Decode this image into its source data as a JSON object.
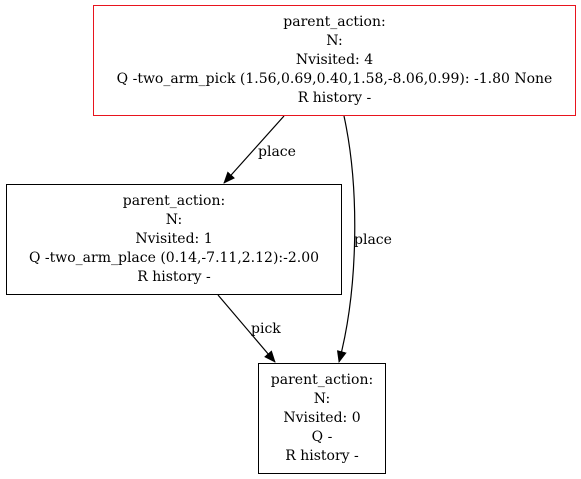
{
  "graph": {
    "nodes": {
      "root": {
        "parent_action": "parent_action:",
        "n": "N:",
        "nvisited": "Nvisited: 4",
        "q": "Q -two_arm_pick (1.56,0.69,0.40,1.58,-8.06,0.99): -1.80 None",
        "r_history": "R history -",
        "border_color": "#e8141e"
      },
      "place": {
        "parent_action": "parent_action:",
        "n": "N:",
        "nvisited": "Nvisited: 1",
        "q": "Q -two_arm_place (0.14,-7.11,2.12):-2.00",
        "r_history": "R history -",
        "border_color": "#000000"
      },
      "leaf": {
        "parent_action": "parent_action:",
        "n": "N:",
        "nvisited": "Nvisited: 0",
        "q": "Q -",
        "r_history": "R history -",
        "border_color": "#000000"
      }
    },
    "edges": {
      "root_to_place": {
        "label": "place"
      },
      "place_to_leaf": {
        "label": "pick"
      },
      "root_to_leaf": {
        "label": "place"
      }
    }
  }
}
